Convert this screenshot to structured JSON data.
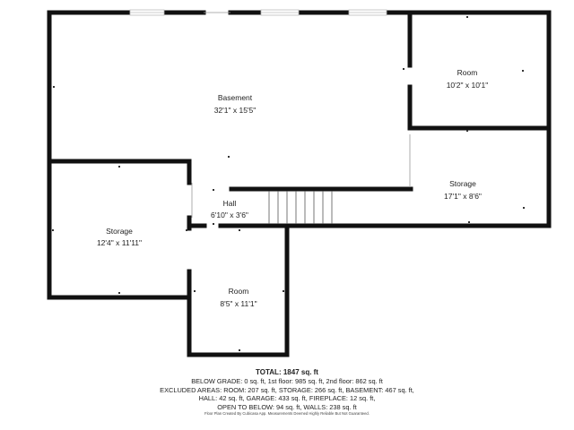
{
  "plan": {
    "colors": {
      "wall": "#111111",
      "window": "#bbbbbb",
      "marker": "#333333",
      "background": "#ffffff"
    },
    "rooms": [
      {
        "id": "basement",
        "name": "Basement",
        "dims": "32'1\" x 15'5\""
      },
      {
        "id": "room-upper-right",
        "name": "Room",
        "dims": "10'2\" x 10'1\""
      },
      {
        "id": "storage-right",
        "name": "Storage",
        "dims": "17'1\" x 8'6\""
      },
      {
        "id": "hall",
        "name": "Hall",
        "dims": "6'10\" x 3'6\""
      },
      {
        "id": "storage-left",
        "name": "Storage",
        "dims": "12'4\" x 11'11\""
      },
      {
        "id": "room-lower",
        "name": "Room",
        "dims": "8'5\" x 11'1\""
      }
    ]
  },
  "summary": {
    "total_label": "TOTAL:",
    "total_value": "1847 sq. ft",
    "lines": [
      "BELOW GRADE: 0 sq. ft, 1st floor: 985 sq. ft, 2nd floor: 862 sq. ft",
      "EXCLUDED AREAS: ROOM: 207 sq. ft, STORAGE: 266 sq. ft, BASEMENT: 467 sq. ft,",
      "HALL: 42 sq. ft, GARAGE: 433 sq. ft, FIREPLACE: 12 sq. ft,",
      "OPEN TO BELOW: 94 sq. ft, WALLS: 238 sq. ft"
    ],
    "footer": "Floor Plan Created By Cubicasa App. Measurements Deemed Highly Reliable But Not Guaranteed."
  }
}
